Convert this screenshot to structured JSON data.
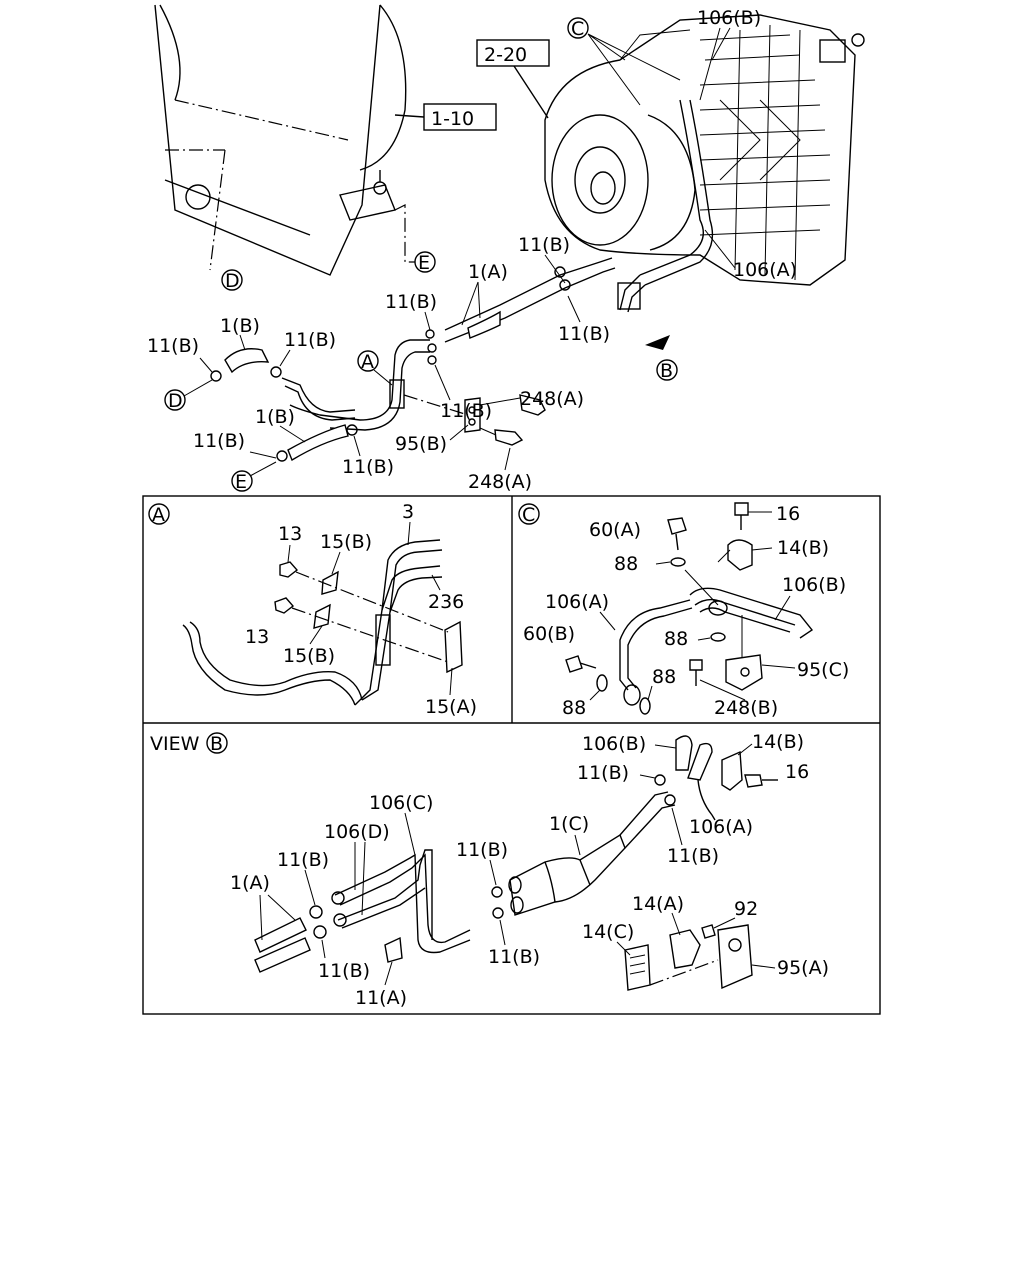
{
  "diagram": {
    "refs": {
      "r220": "2-20",
      "r110": "1-10"
    },
    "circle_letters": {
      "a": "A",
      "b": "B",
      "c": "C",
      "d": "D",
      "e": "E"
    },
    "main": {
      "l106B": "106(B)",
      "l106A": "106(A)",
      "l11B": "11(B)",
      "l1A": "1(A)",
      "l1B": "1(B)",
      "l248A": "248(A)",
      "l95B": "95(B)"
    },
    "detailA": {
      "l13": "13",
      "l15B": "15(B)",
      "l3": "3",
      "l236": "236",
      "l15A": "15(A)"
    },
    "detailC": {
      "l60A": "60(A)",
      "l16": "16",
      "l14B": "14(B)",
      "l88": "88",
      "l106B": "106(B)",
      "l106A": "106(A)",
      "l60B": "60(B)",
      "l95C": "95(C)",
      "l248B": "248(B)"
    },
    "viewB": {
      "title": "VIEW",
      "l106B": "106(B)",
      "l14B": "14(B)",
      "l11B": "11(B)",
      "l16": "16",
      "l106A": "106(A)",
      "l106C": "106(C)",
      "l106D": "106(D)",
      "l1C": "1(C)",
      "l1A": "1(A)",
      "l11A": "11(A)",
      "l14A": "14(A)",
      "l92": "92",
      "l14C": "14(C)",
      "l95A": "95(A)"
    }
  }
}
